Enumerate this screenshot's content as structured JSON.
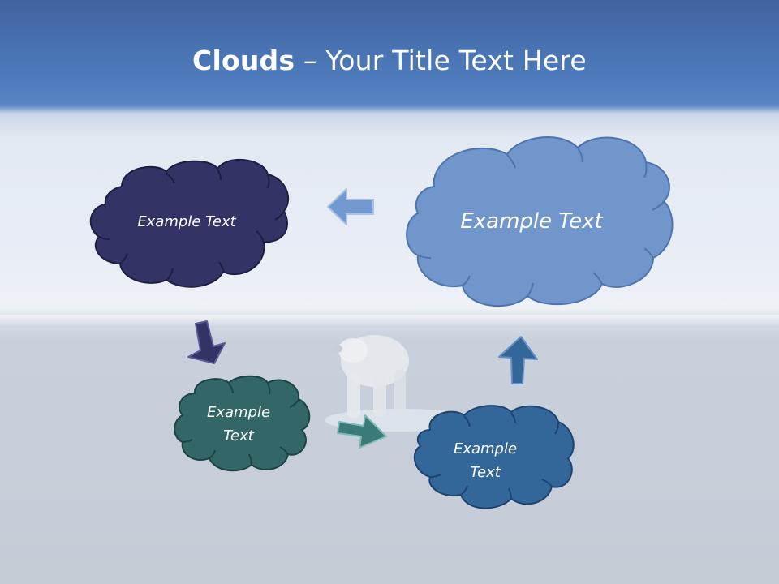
{
  "title": {
    "bold": "Clouds",
    "dash": " – ",
    "rest": "Your Title Text Here"
  },
  "clouds": [
    {
      "label": "Example Text",
      "line2": "",
      "color": "#333366"
    },
    {
      "label": "Example Text",
      "line2": "",
      "color": "#7096cc"
    },
    {
      "label": "Example",
      "line2": "Text",
      "color": "#336666"
    },
    {
      "label": "Example",
      "line2": "Text",
      "color": "#336699"
    }
  ],
  "arrows": [
    {
      "color": "#7399d1"
    },
    {
      "color": "#333366"
    },
    {
      "color": "#3c7a78"
    },
    {
      "color": "#336699"
    }
  ]
}
